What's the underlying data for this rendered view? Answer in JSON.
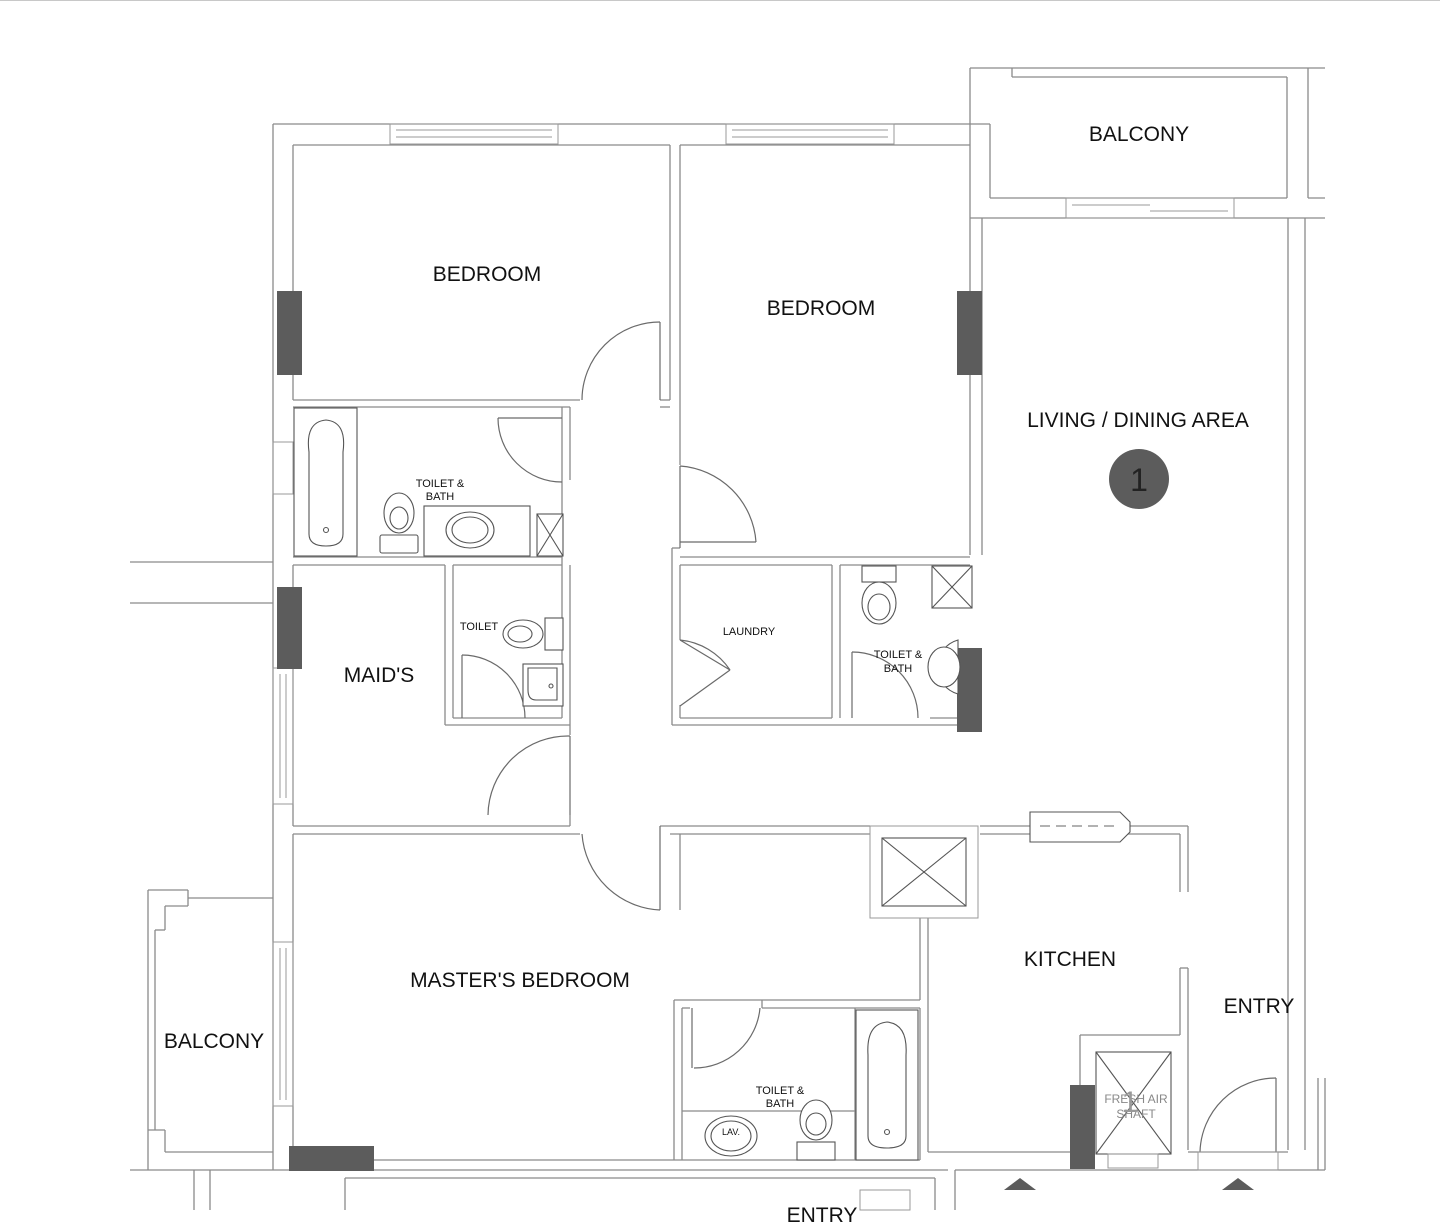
{
  "rooms": {
    "bedroom_1": "BEDROOM",
    "bedroom_2": "BEDROOM",
    "balcony_top": "BALCONY",
    "living_dining": "LIVING / DINING AREA",
    "toilet_bath_1_line1": "TOILET &",
    "toilet_bath_1_line2": "BATH",
    "toilet": "TOILET",
    "maids": "MAID'S",
    "laundry": "LAUNDRY",
    "toilet_bath_2_line1": "TOILET &",
    "toilet_bath_2_line2": "BATH",
    "kitchen": "KITCHEN",
    "entry": "ENTRY",
    "masters_bedroom": "MASTER'S BEDROOM",
    "balcony_left": "BALCONY",
    "toilet_bath_3_line1": "TOILET &",
    "toilet_bath_3_line2": "BATH",
    "lav": "LAV.",
    "fresh_air_line1": "FRESH  AIR",
    "fresh_air_line2": "SHAFT",
    "bottom_cut": "ENTRY"
  },
  "markers": {
    "view_marker": "1",
    "shaft_marker": "1"
  }
}
